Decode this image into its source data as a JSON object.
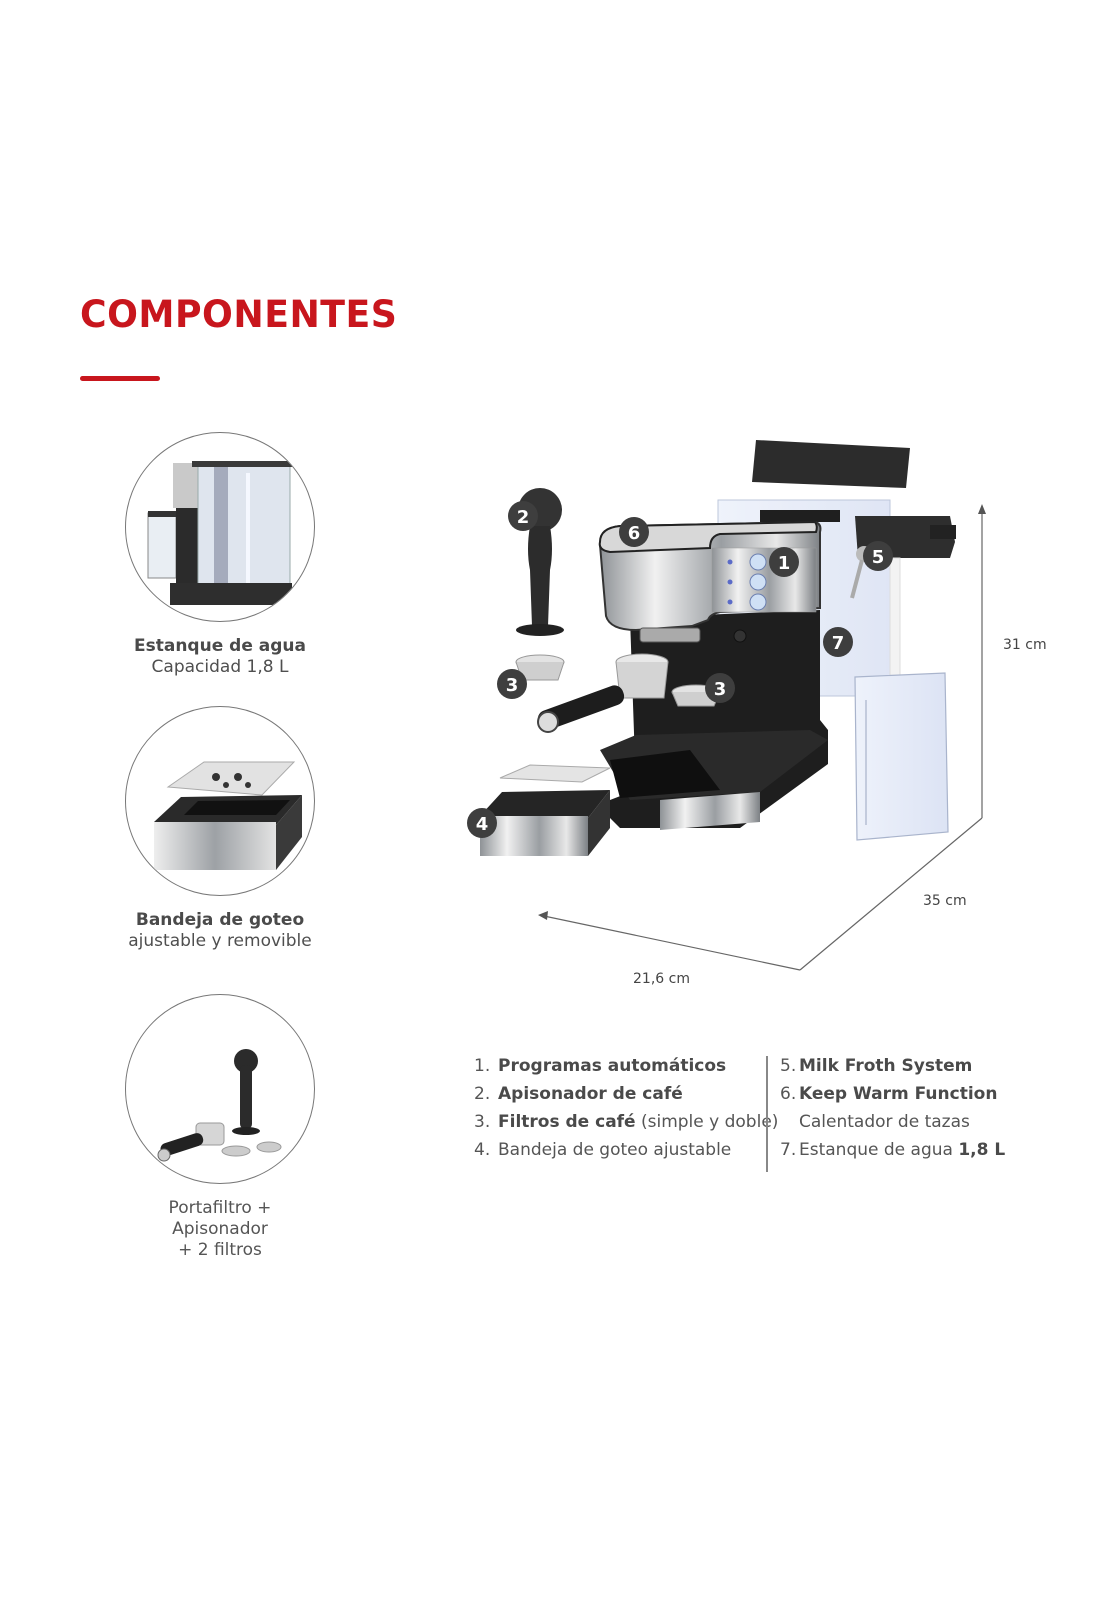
{
  "header": {
    "title": "COMPONENTES",
    "accent_color": "#c8161d"
  },
  "features": [
    {
      "icon": "water-tank-icon",
      "title": "Estanque de agua",
      "subtitle": "Capacidad 1,8 L"
    },
    {
      "icon": "drip-tray-icon",
      "title": "Bandeja de goteo",
      "subtitle": "ajustable y removible"
    },
    {
      "icon": "portafilter-tamper-icon",
      "line1": "Portafiltro + Apisonador",
      "line2": "+ 2 filtros"
    }
  ],
  "product": {
    "badges": [
      "1",
      "2",
      "3",
      "3",
      "4",
      "5",
      "6",
      "7"
    ],
    "dimensions": {
      "height": "31 cm",
      "depth": "35 cm",
      "width": "21,6 cm"
    }
  },
  "components": {
    "left": [
      {
        "num": "1.",
        "bold": "Programas automáticos",
        "rest": ""
      },
      {
        "num": "2.",
        "bold": "Apisonador de café",
        "rest": ""
      },
      {
        "num": "3.",
        "bold": "Filtros de café",
        "rest": " (simple y doble)"
      },
      {
        "num": "4.",
        "bold": "",
        "rest": "Bandeja de goteo ajustable"
      }
    ],
    "right": [
      {
        "num": "5.",
        "bold": "Milk Froth System",
        "rest": ""
      },
      {
        "num": "6.",
        "bold": "Keep Warm Function",
        "rest": ""
      },
      {
        "num": "",
        "bold": "",
        "rest": "Calentador de tazas"
      },
      {
        "num": "7.",
        "rest": "Estanque de agua ",
        "bold_after": "1,8 L"
      }
    ]
  }
}
